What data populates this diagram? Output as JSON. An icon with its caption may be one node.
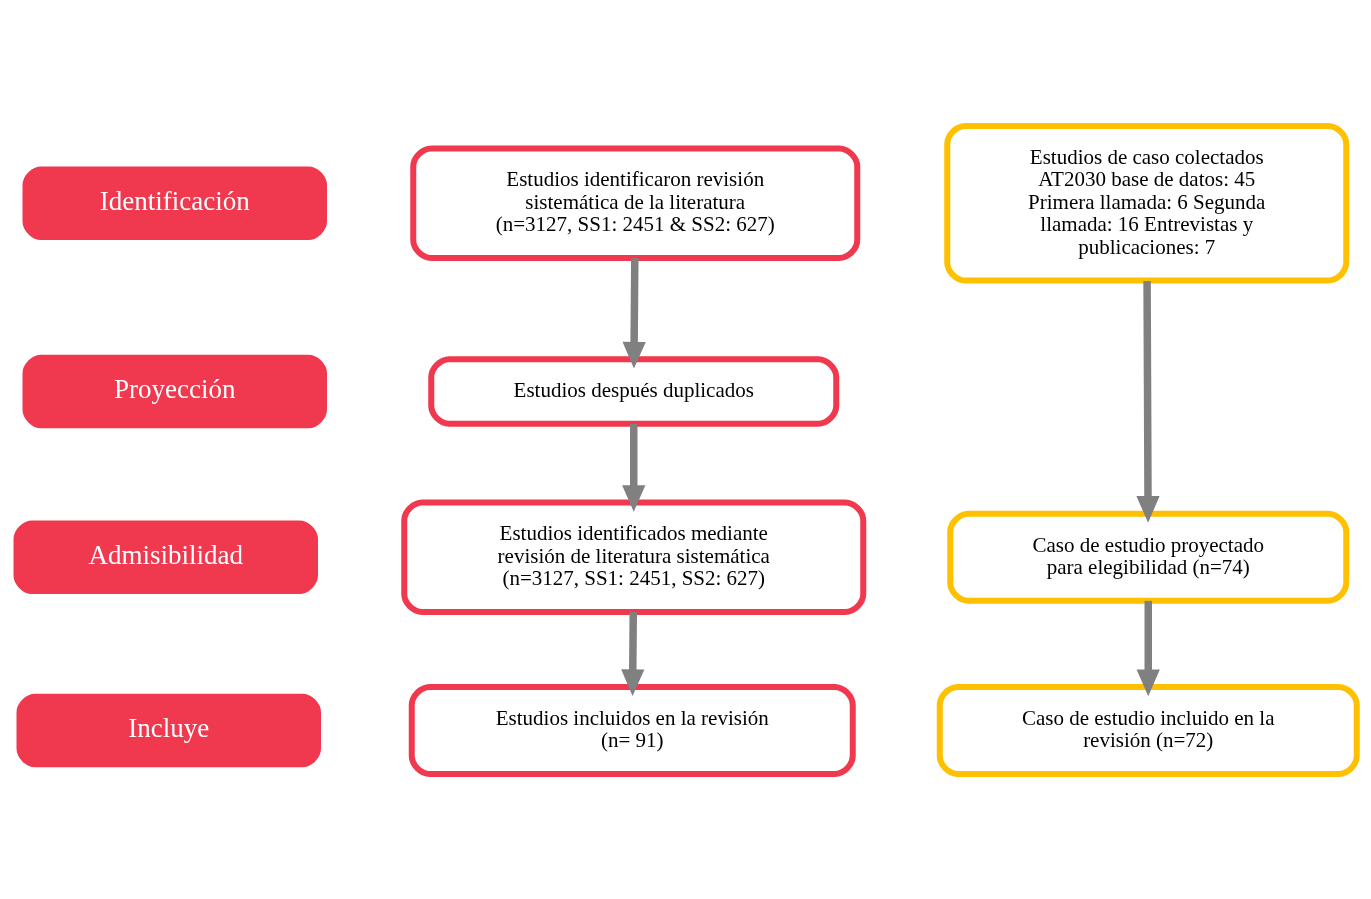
{
  "diagram": {
    "nodes": [
      {
        "text": [
          "Identificación"
        ]
      },
      {
        "text": [
          "Estudios identificaron revisión sistemática de la literatura (n=3127, SS1: 2451 & SS2: 627)"
        ]
      },
      {
        "text": [
          "Estudios de caso colectados AT2030 base de datos: 45 Primera llamada: 6 Segunda llamada: 16 Entrevistas y publicaciones: 7"
        ]
      },
      {
        "text": [
          "Proyección"
        ]
      },
      {
        "text": [
          "Estudios después duplicados"
        ]
      },
      {
        "text": [
          "Admisibilidad"
        ]
      },
      {
        "text": [
          "Estudios identificados mediante revisión de literatura sistemática (n=3127, SS1: 2451, SS2: 627)"
        ]
      },
      {
        "text": [
          "Caso de estudio proyectado para elegibilidad (n=74)"
        ]
      },
      {
        "text": [
          "Incluye"
        ]
      },
      {
        "text": [
          "Estudios incluidos en la revisión (n= 91)"
        ]
      },
      {
        "text": [
          "Caso de estudio incluido en la revisión (n=72)"
        ]
      }
    ],
    "edges": [
      {
        "from": 1,
        "to": 4,
        "arrow": "to"
      },
      {
        "from": 4,
        "to": 6,
        "arrow": "to"
      },
      {
        "from": 6,
        "to": 9,
        "arrow": "to"
      },
      {
        "from": 2,
        "to": 7,
        "arrow": "to"
      },
      {
        "from": 7,
        "to": 10,
        "arrow": "to"
      }
    ]
  }
}
